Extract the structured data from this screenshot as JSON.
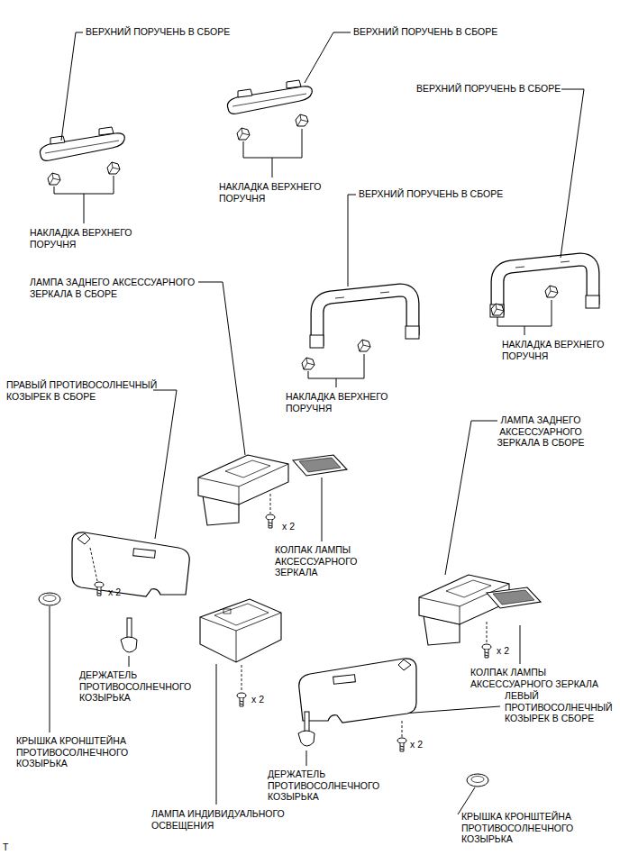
{
  "diagram": {
    "labels": [
      "ВЕРХНИЙ ПОРУЧЕНЬ В СБОРЕ",
      "ВЕРХНИЙ ПОРУЧЕНЬ В СБОРЕ",
      "ВЕРХНИЙ ПОРУЧЕНЬ В СБОРЕ",
      "НАКЛАДКА ВЕРХНЕГО ПОРУЧНЯ",
      "ВЕРХНИЙ ПОРУЧЕНЬ В СБОРЕ",
      "НАКЛАДКА ВЕРХНЕГО ПОРУЧНЯ",
      "ЛАМПА ЗАДНЕГО АКСЕССУАРНОГО ЗЕРКАЛА В СБОРЕ",
      "НАКЛАДКА ВЕРХНЕГО ПОРУЧНЯ",
      "ПРАВЫЙ ПРОТИВОСОЛНЕЧНЫЙ КОЗЫРЕК В СБОРЕ",
      "НАКЛАДКА ВЕРХНЕГО ПОРУЧНЯ",
      "ЛАМПА ЗАДНЕГО АКСЕССУАРНОГО ЗЕРКАЛА В СБОРЕ",
      "x 2",
      "КОЛПАК ЛАМПЫ АКСЕССУАРНОГО ЗЕРКАЛА",
      "x 2",
      "x 2",
      "КОЛПАК ЛАМПЫ АКСЕССУАРНОГО ЗЕРКАЛА",
      "ЛЕВЫЙ ПРОТИВОСОЛНЕЧНЫЙ КОЗЫРЕК В СБОРЕ",
      "x 2",
      "ДЕРЖАТЕЛЬ ПРОТИВОСОЛНЕЧНОГО КОЗЫРЬКА",
      "x 2",
      "КРЫШКА КРОНШТЕЙНА ПРОТИВОСОЛНЕЧНОГО КОЗЫРЬКА",
      "ДЕРЖАТЕЛЬ ПРОТИВОСОЛНЕЧНОГО КОЗЫРЬКА",
      "ЛАМПА ИНДИВИДУАЛЬНОГО ОСВЕЩЕНИЯ",
      "КРЫШКА КРОНШТЕЙНА ПРОТИВОСОЛНЕЧНОГО КОЗЫРЬКА",
      "T"
    ]
  }
}
